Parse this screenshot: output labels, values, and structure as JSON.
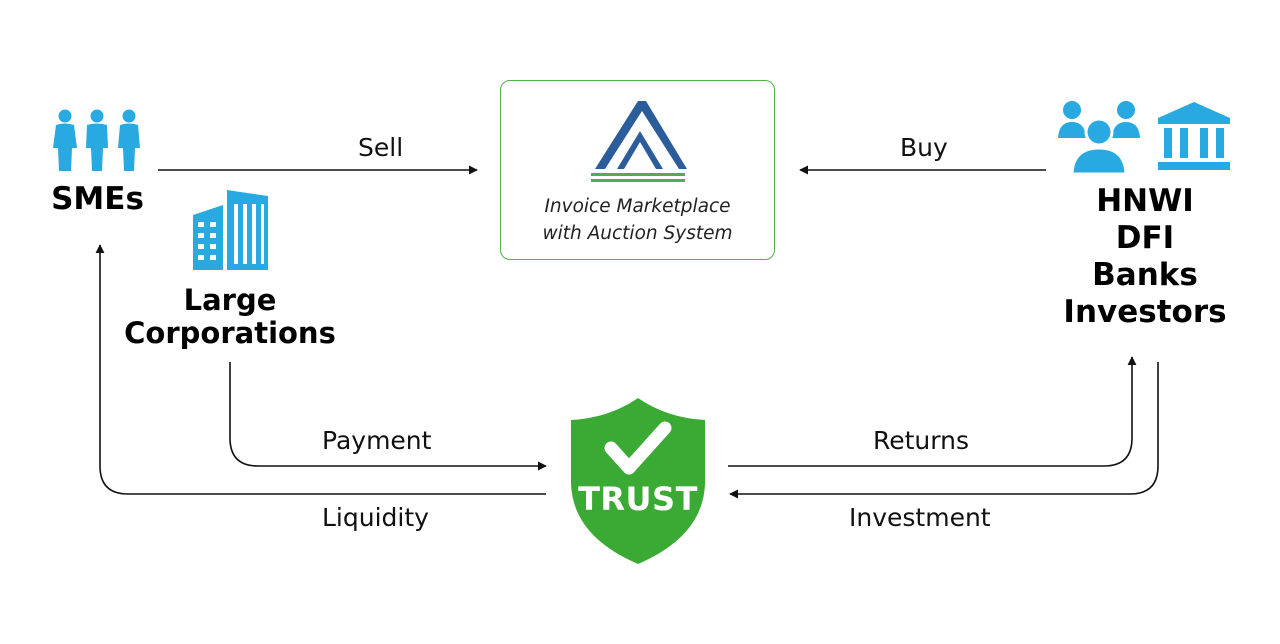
{
  "nodes": {
    "smes": {
      "label": "SMEs"
    },
    "large_corporations": {
      "line1": "Large",
      "line2": "Corporations"
    },
    "marketplace": {
      "line1": "Invoice Marketplace",
      "line2": "with Auction System"
    },
    "investors": {
      "lines": [
        "HNWI",
        "DFI",
        "Banks",
        "Investors"
      ]
    },
    "trust": {
      "label": "TRUST"
    }
  },
  "edges": {
    "sell": "Sell",
    "buy": "Buy",
    "payment": "Payment",
    "liquidity": "Liquidity",
    "returns": "Returns",
    "investment": "Investment"
  },
  "colors": {
    "icon_blue": "#29a9e1",
    "logo_blue": "#2b5d9b",
    "logo_green": "#4caf50",
    "shield_green": "#3aaa35",
    "box_border": "#56b049",
    "line": "#111111"
  },
  "icons": [
    "people-group-icon",
    "office-buildings-icon",
    "investors-group-icon",
    "bank-icon",
    "marketplace-logo-icon",
    "trust-shield-icon",
    "checkmark-icon"
  ]
}
